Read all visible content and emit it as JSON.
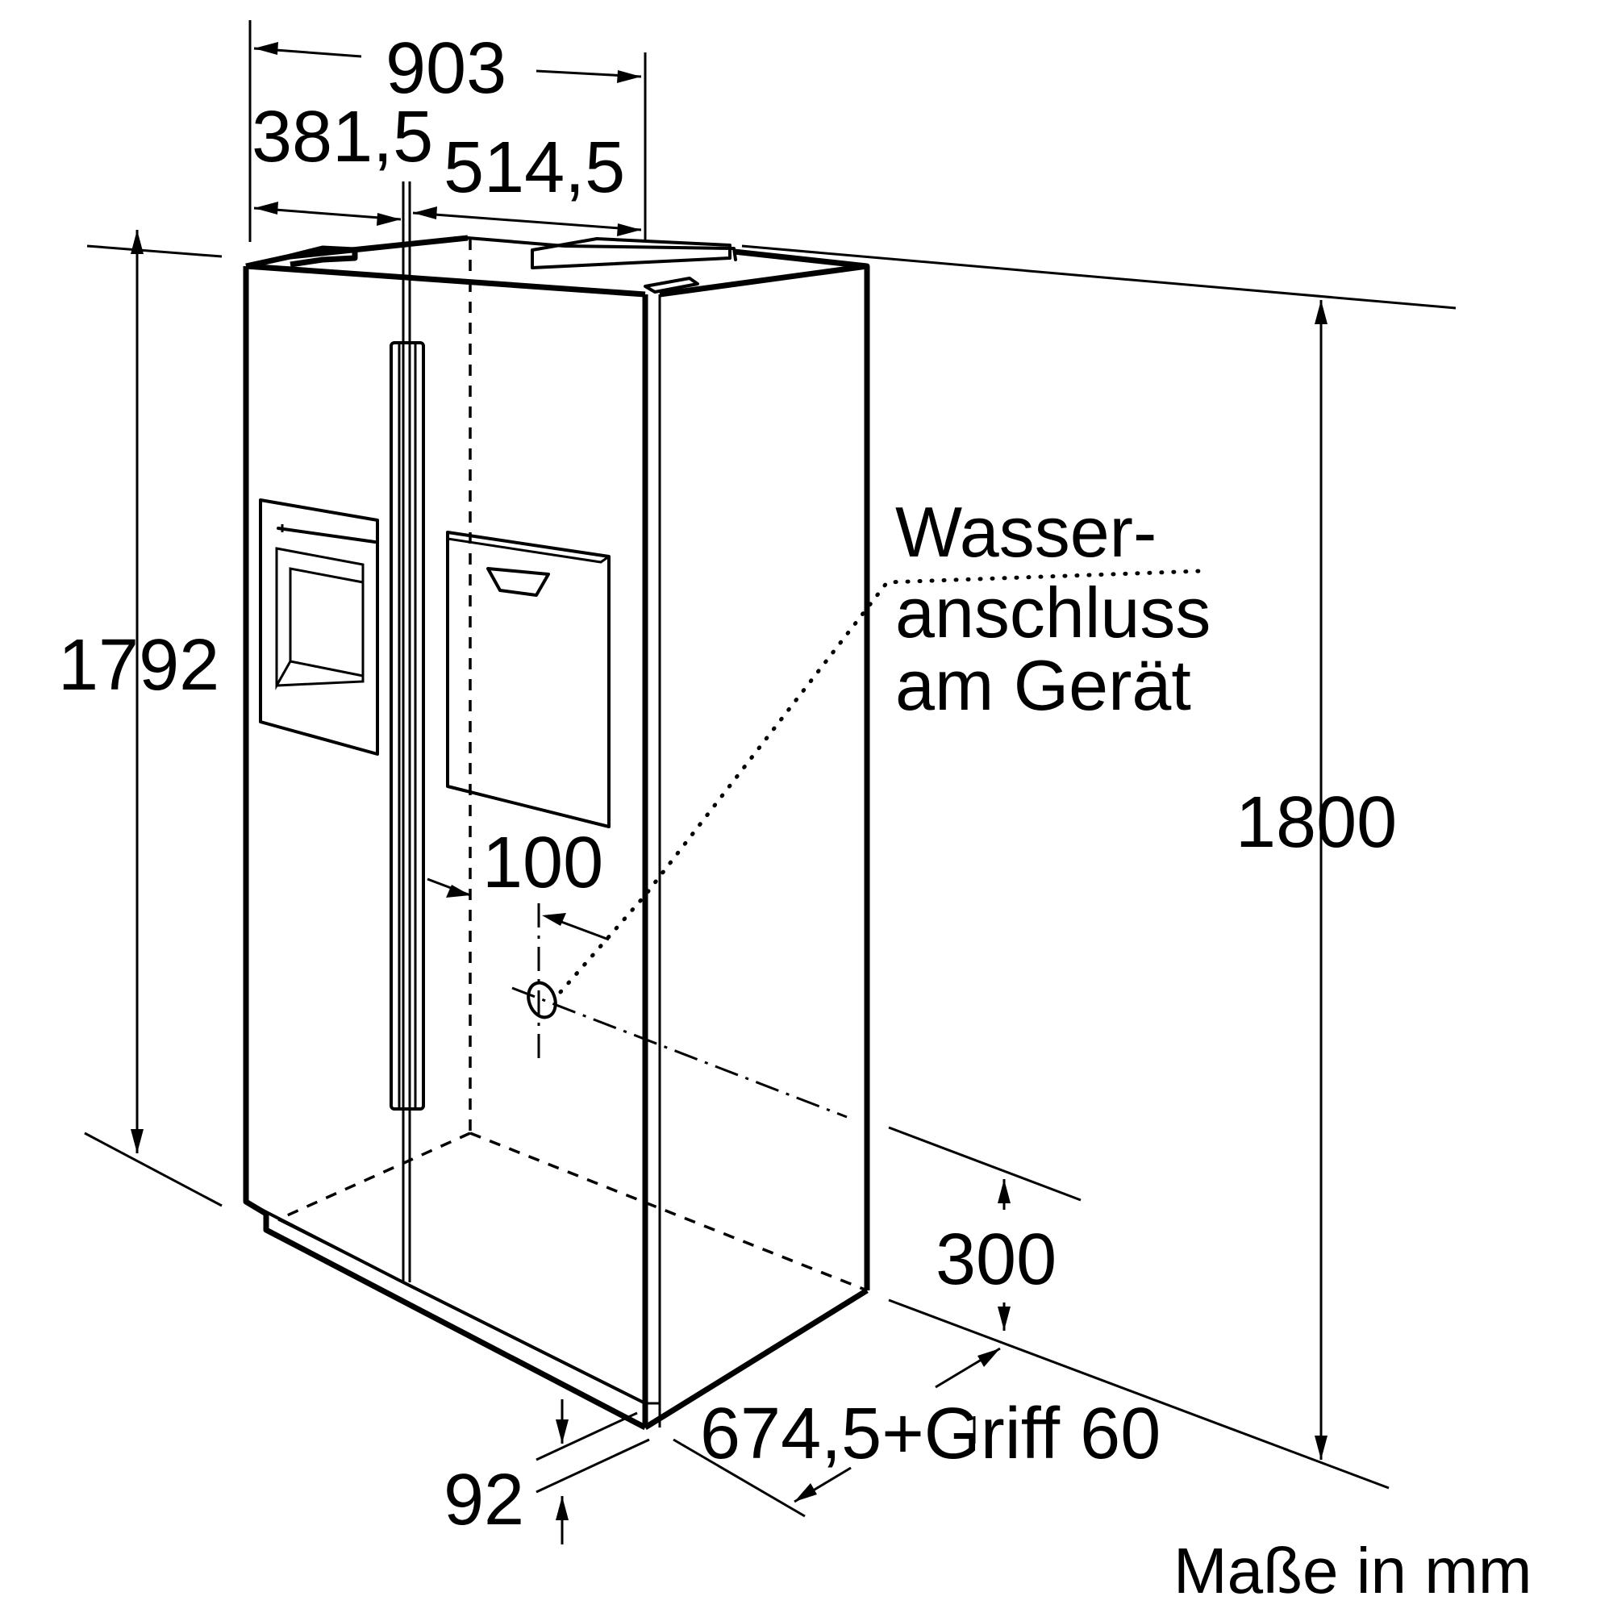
{
  "dimensions": {
    "total_width": "903",
    "left_door_width": "381,5",
    "right_door_width": "514,5",
    "height_left": "1792",
    "height_right": "1800",
    "water_offset": "100",
    "water_height": "300",
    "depth": "674,5+Griff 60",
    "plinth": "92"
  },
  "label": {
    "water_line1": "Wasser-",
    "water_line2": "anschluss",
    "water_line3": "am Gerät"
  },
  "units": "Maße in mm"
}
